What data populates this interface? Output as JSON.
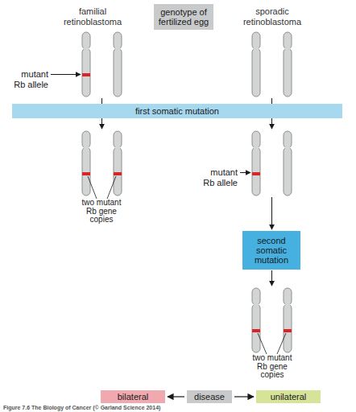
{
  "diagram": {
    "caption": "Figure 7.6 The Biology of Cancer (© Garland Science 2014)",
    "nodes": [
      {
        "text": [
          "genotype of fertilized egg"
        ]
      },
      {
        "text": [
          "first somatic mutation"
        ]
      },
      {
        "text": [
          "second somatic mutation"
        ]
      },
      {
        "text": [
          "bilateral"
        ]
      },
      {
        "text": [
          "disease"
        ]
      },
      {
        "text": [
          "unilateral"
        ]
      }
    ],
    "edges": [
      {
        "from": 4,
        "to": 3,
        "arrow": "to"
      },
      {
        "from": 4,
        "to": 5,
        "arrow": "to"
      }
    ],
    "labels": [
      "familial retinoblastoma",
      "sporadic retinoblastoma",
      "mutant Rb allele",
      "two mutant Rb gene copies",
      "mutant Rb allele",
      "two mutant Rb gene copies"
    ]
  }
}
